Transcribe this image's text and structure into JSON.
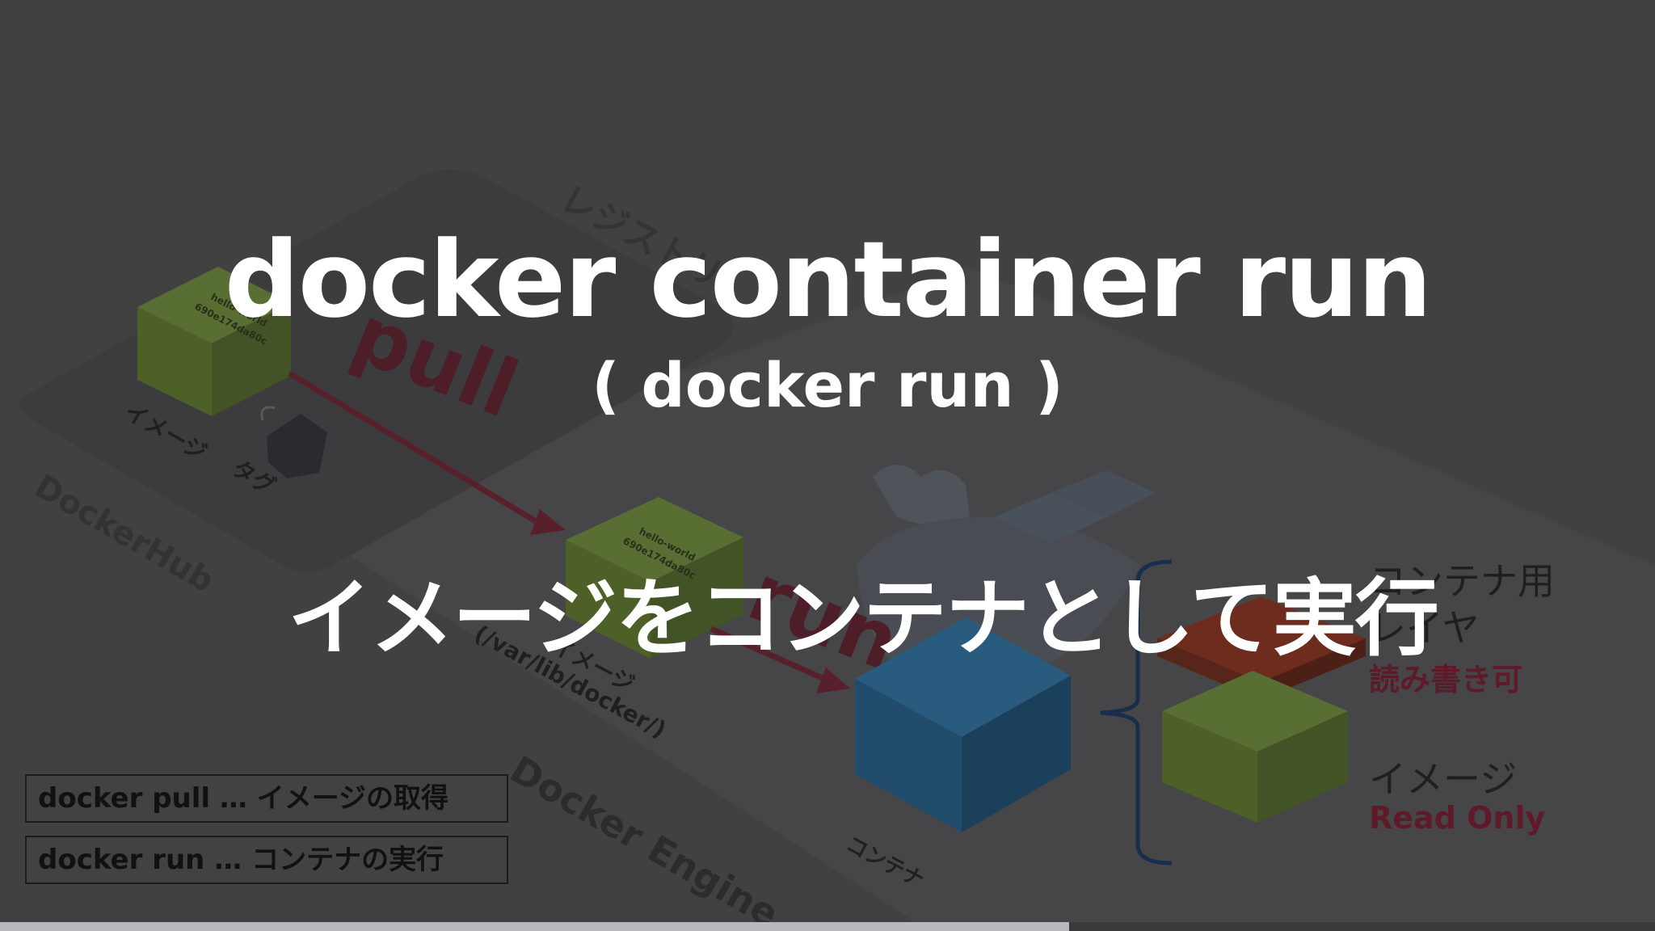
{
  "slide": {
    "title": "docker container run",
    "subtitle": "( docker run )",
    "caption": "イメージをコンテナとして実行"
  },
  "diagram": {
    "registry_label": "レジストリ",
    "dockerhub_label": "DockerHub",
    "engine_label": "Docker Engine",
    "pull_label": "pull",
    "run_label": "run",
    "image_label": "イメージ",
    "tag_label": "タグ",
    "image_path_label": "(/var/lib/docker/)",
    "container_label": "コンテナ",
    "box_text_line1": "hello-world",
    "box_text_line2": "690e174da80c"
  },
  "layers": {
    "container_layer_line1": "コンテナ用",
    "container_layer_line2": "レイヤ",
    "container_layer_access": "読み書き可",
    "image_layer": "イメージ",
    "image_layer_access": "Read Only"
  },
  "commands": {
    "pull": "docker pull … イメージの取得",
    "run": "docker run … コンテナの実行"
  },
  "player": {
    "progress": 0.646
  },
  "colors": {
    "image_green": "#5e7a2e",
    "container_blue": "#1f5a86",
    "writable_red": "#7a2a1c",
    "arrow_red": "#6a1e2a",
    "brace_navy": "#14305a"
  }
}
